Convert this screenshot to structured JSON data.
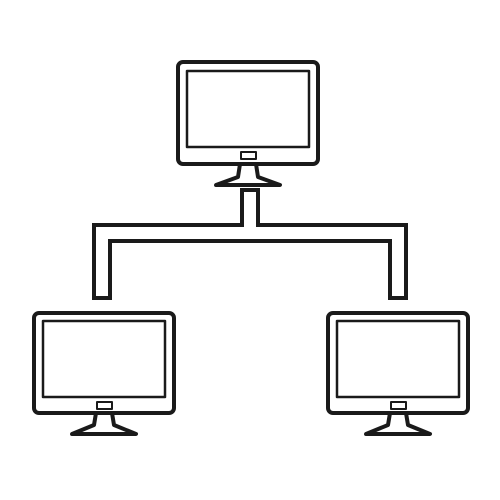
{
  "diagram": {
    "kind": "network-topology",
    "nodes": [
      {
        "id": "monitor-top",
        "icon": "desktop-monitor-icon",
        "role": "parent"
      },
      {
        "id": "monitor-left",
        "icon": "desktop-monitor-icon",
        "role": "child"
      },
      {
        "id": "monitor-right",
        "icon": "desktop-monitor-icon",
        "role": "child"
      }
    ],
    "edges": [
      {
        "from": "monitor-top",
        "to": "monitor-left"
      },
      {
        "from": "monitor-top",
        "to": "monitor-right"
      }
    ],
    "colors": {
      "stroke": "#1a1a1a",
      "fill": "#ffffff",
      "background": "#ffffff"
    }
  }
}
